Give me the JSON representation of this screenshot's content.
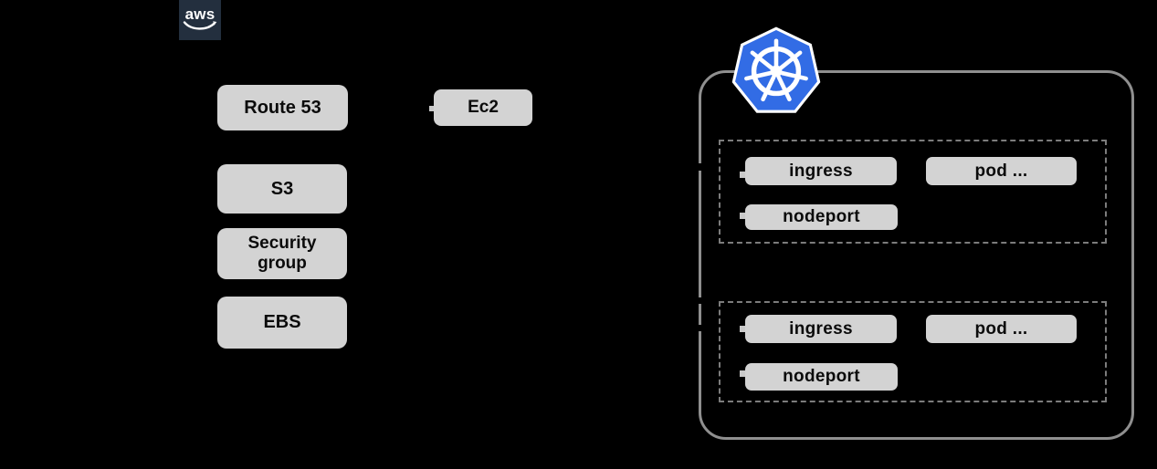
{
  "colors": {
    "background": "#000000",
    "node_fill": "#D3D3D3",
    "node_text": "#0B0B0B",
    "aws_navy": "#232F3E",
    "kubernetes_blue": "#326CE5",
    "dashed_border": "#7C7C7C",
    "cluster_border": "#8F8F8F"
  },
  "aws": {
    "logo_label": "aws"
  },
  "aws_services": [
    {
      "label": "Route 53"
    },
    {
      "label": "Ec2"
    },
    {
      "label": "S3"
    },
    {
      "label": "Security group"
    },
    {
      "label": "EBS"
    }
  ],
  "kubernetes": {
    "icon": "kubernetes-helm-wheel",
    "clusters": [
      {
        "nodes": [
          {
            "label": "ingress"
          },
          {
            "label": "pod ..."
          },
          {
            "label": "nodeport"
          }
        ]
      },
      {
        "nodes": [
          {
            "label": "ingress"
          },
          {
            "label": "pod ..."
          },
          {
            "label": "nodeport"
          }
        ]
      }
    ]
  }
}
